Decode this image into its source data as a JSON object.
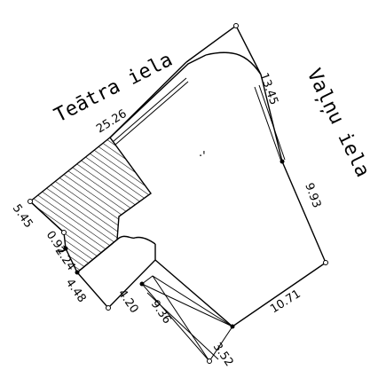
{
  "streets": {
    "teatra": "Teātra iela",
    "valnu": "Vaļņu iela"
  },
  "dimensions": {
    "d_25_26": "25.26",
    "d_13_45": "13.45",
    "d_9_93": "9.93",
    "d_10_71": "10.71",
    "d_3_52": "3.52",
    "d_9_36": "9.36",
    "d_4_20": "4.20",
    "d_4_48": "4.48",
    "d_0_92": "0.92",
    "d_2_24": "2.24",
    "d_5_45": "5.45"
  },
  "center_mark": "·'"
}
